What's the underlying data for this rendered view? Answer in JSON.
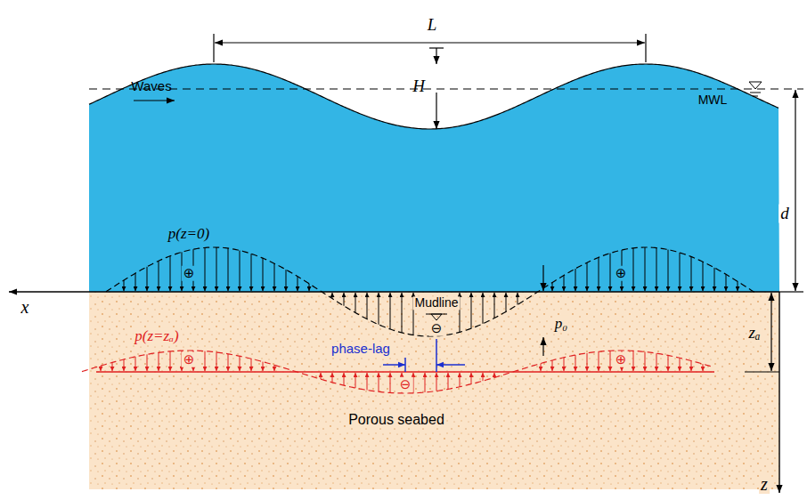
{
  "diagram": {
    "labels": [
      "L",
      "H",
      "Waves",
      "MWL",
      "d",
      "p(z=0)",
      "⊕",
      "Mudline",
      "⊖",
      "⊕",
      "x",
      "p₀",
      "p(z=zₐ)",
      "⊕",
      "phase-lag",
      "⊖",
      "⊕",
      "zₐ",
      "Porous seabed",
      "z"
    ]
  }
}
